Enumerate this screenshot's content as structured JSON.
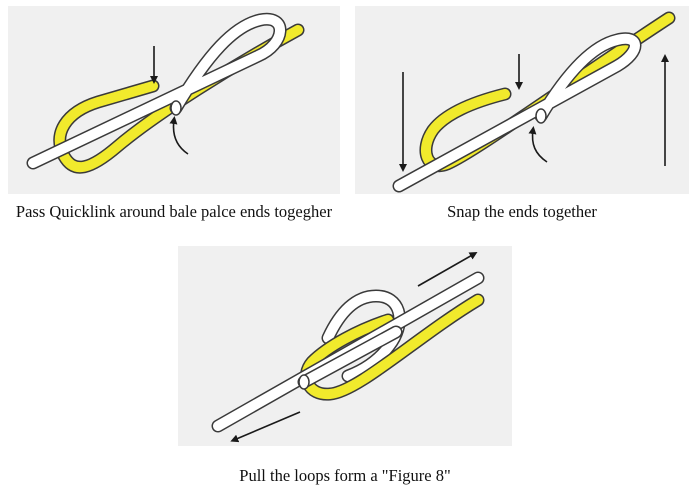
{
  "steps": [
    {
      "caption": "Pass Quicklink around bale palce ends togegher"
    },
    {
      "caption": "Snap the ends together"
    },
    {
      "caption": "Pull the loops form a \"Figure 8\""
    }
  ],
  "colors": {
    "panel_background": "#f0f0f0",
    "yellow_wire": "#f1ea2c",
    "white_wire": "#ffffff",
    "wire_outline": "#3a3a3a",
    "arrow": "#1a1a1a"
  },
  "icons": [
    "arrow-icon"
  ]
}
